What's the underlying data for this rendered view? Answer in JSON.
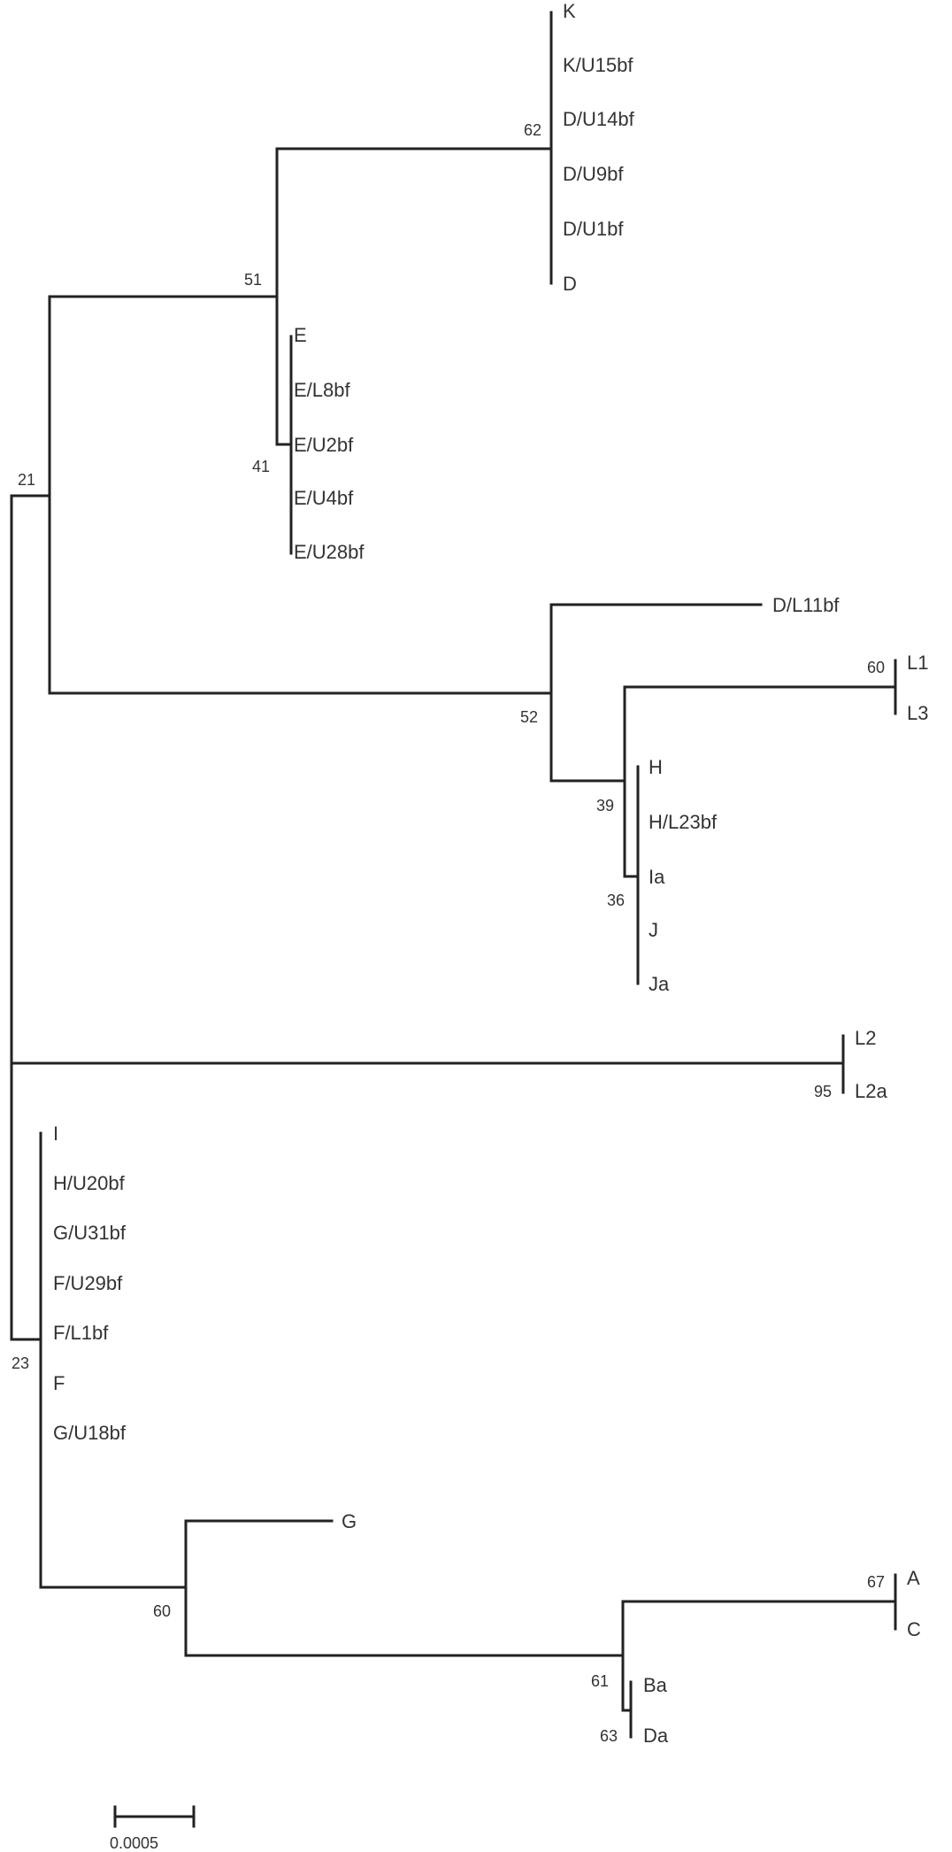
{
  "figure": {
    "type": "phylogenetic-tree",
    "scale_bar_label": "0.0005"
  },
  "tree": {
    "support_values": [
      "62",
      "51",
      "41",
      "21",
      "52",
      "60",
      "39",
      "36",
      "95",
      "23",
      "60",
      "67",
      "61",
      "63"
    ],
    "clades": {
      "k_clade": [
        "K",
        "K/U15bf",
        "D/U14bf",
        "D/U9bf",
        "D/U1bf",
        "D"
      ],
      "e_clade": [
        "E",
        "E/L8bf",
        "E/U2bf",
        "E/U4bf",
        "E/U28bf"
      ],
      "d_l11": [
        "D/L11bf"
      ],
      "l1_clade": [
        "L1",
        "L3"
      ],
      "h_clade": [
        "H",
        "H/L23bf",
        "Ia",
        "J",
        "Ja"
      ],
      "l2_clade": [
        "L2",
        "L2a"
      ],
      "i_clade": [
        "I",
        "H/U20bf",
        "G/U31bf",
        "F/U29bf",
        "F/L1bf",
        "F",
        "G/U18bf"
      ],
      "g": [
        "G"
      ],
      "ac_clade": [
        "A",
        "C"
      ],
      "bada_clade": [
        "Ba",
        "Da"
      ]
    }
  }
}
